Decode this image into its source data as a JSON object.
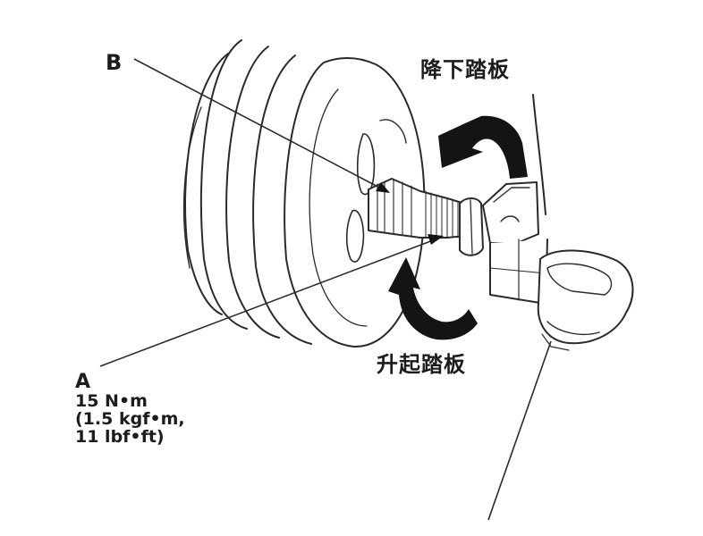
{
  "diagram": {
    "subject": "Brake pedal switch adjustment on pedal bracket",
    "labels": {
      "b": "B",
      "lower_pedal": "降下踏板",
      "raise_pedal": "升起踏板",
      "a": {
        "letter": "A",
        "torque_nm": "15 N•m",
        "torque_kgf": "(1.5 kgf•m,",
        "torque_lbf": "11 lbf•ft)"
      }
    },
    "arrows": [
      {
        "name": "rotate-lower-arrow",
        "direction": "counterclockwise-top",
        "color": "#1a1a1a"
      },
      {
        "name": "rotate-raise-arrow",
        "direction": "clockwise-bottom",
        "color": "#1a1a1a"
      }
    ],
    "colors": {
      "line": "#2a2a2a",
      "fill_dark": "#141414",
      "background": "#ffffff"
    }
  }
}
